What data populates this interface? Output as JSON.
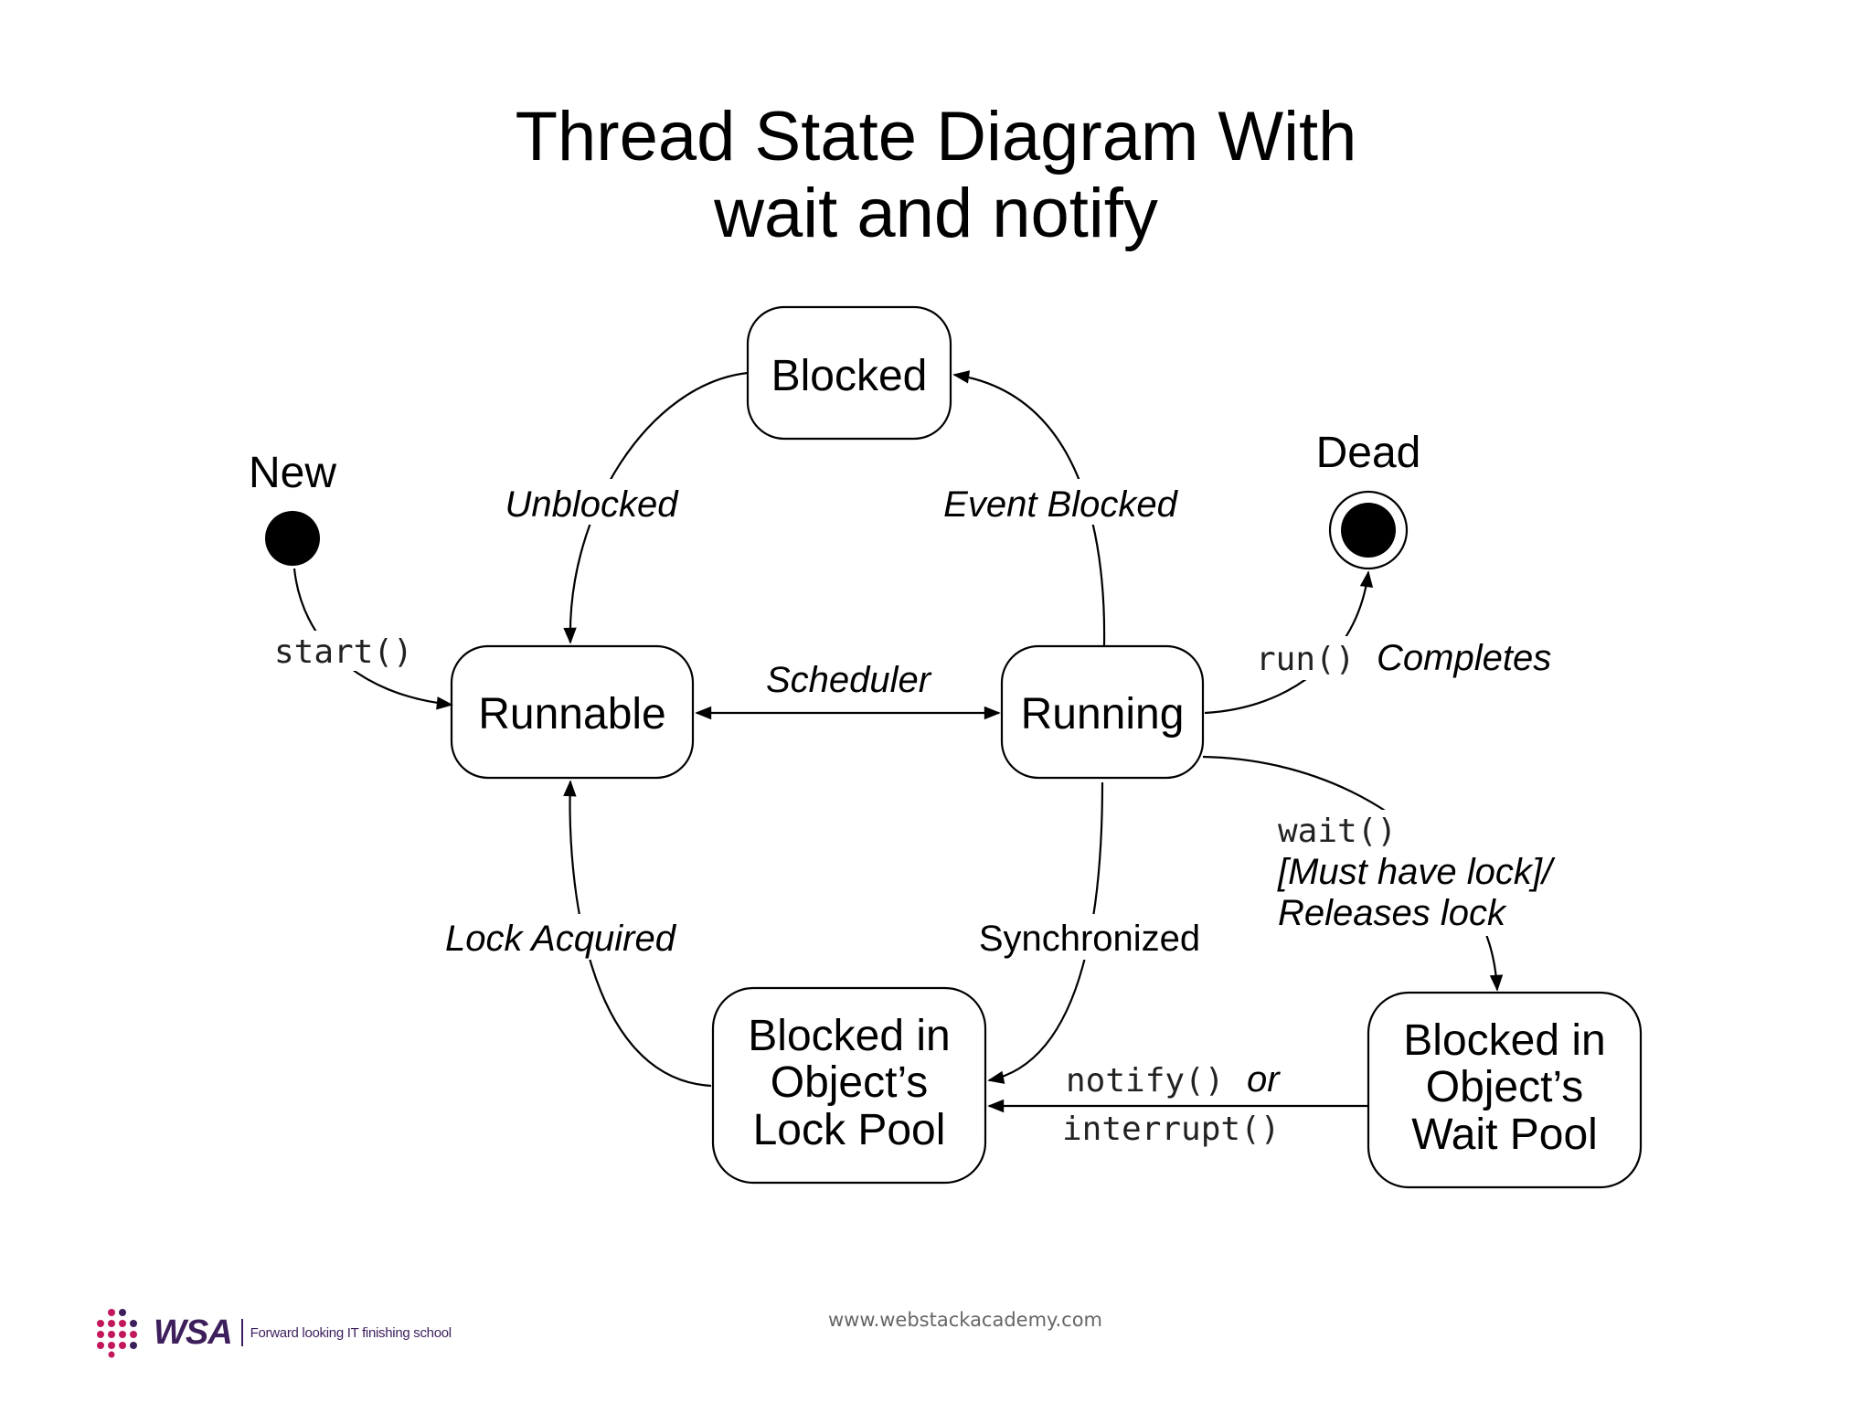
{
  "title": {
    "line1": "Thread State Diagram With",
    "line2": "wait and notify"
  },
  "states": {
    "new": "New",
    "dead": "Dead",
    "blocked": "Blocked",
    "runnable": "Runnable",
    "running": "Running",
    "lock_pool": [
      "Blocked in",
      "Object’s",
      "Lock Pool"
    ],
    "wait_pool": [
      "Blocked in",
      "Object’s",
      "Wait Pool"
    ]
  },
  "transitions": {
    "start": "start()",
    "unblocked": "Unblocked",
    "event_blocked": "Event Blocked",
    "scheduler": "Scheduler",
    "run_call": "run()",
    "completes": "Completes",
    "wait_call": "wait()",
    "must_have_lock": "[Must have lock]/",
    "releases_lock": "Releases lock",
    "synchronized": "Synchronized",
    "lock_acquired": "Lock Acquired",
    "notify_call": "notify()",
    "or": "or",
    "interrupt_call": "interrupt()"
  },
  "footer": {
    "url": "www.webstackacademy.com",
    "logo_word": "WSA",
    "logo_tagline": "Forward looking IT finishing school",
    "logo_colors": [
      "#c2185b",
      "#3d1f5c"
    ]
  }
}
